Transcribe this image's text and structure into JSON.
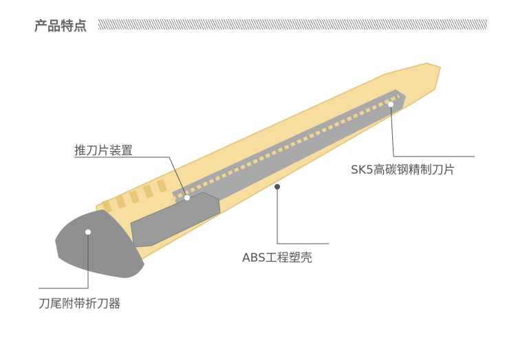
{
  "section_title": "产品特点",
  "callouts": {
    "slider": "推刀片装置",
    "blade": "SK5高碳钢精制刀片",
    "body": "ABS工程塑壳",
    "tail": "刀尾附带折刀器"
  },
  "colors": {
    "body": "#f7dea0",
    "cap": "#909090",
    "blade": "#a8a8a8",
    "line": "#555555"
  }
}
